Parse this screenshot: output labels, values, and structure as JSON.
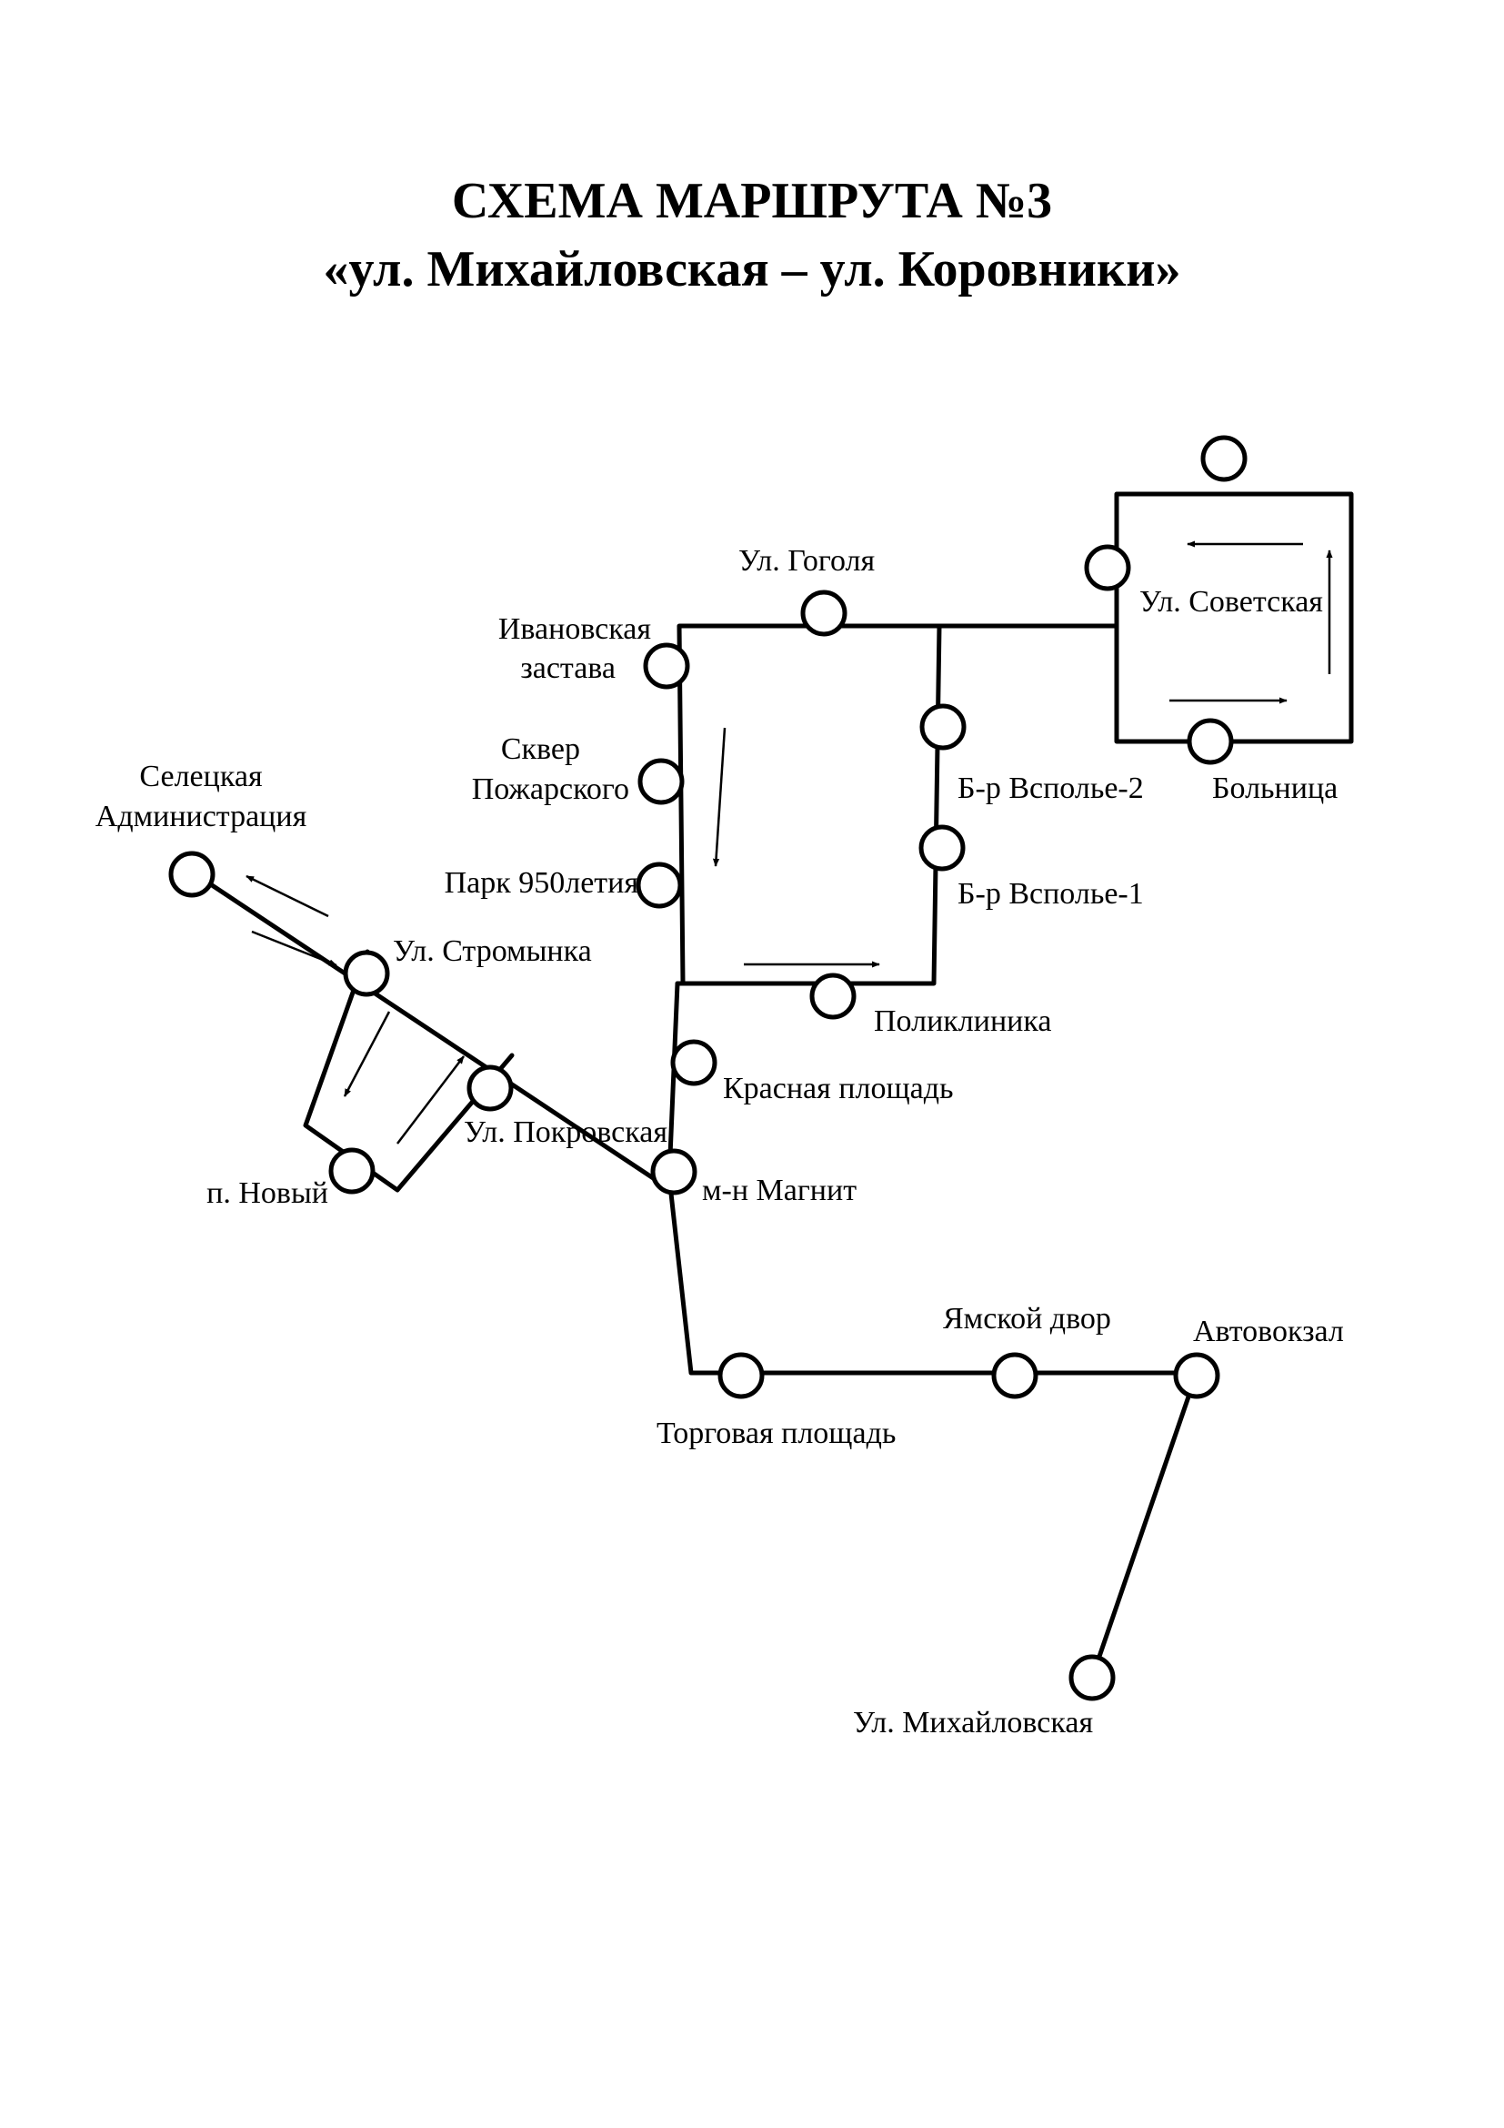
{
  "title": {
    "line1": "СХЕМА МАРШРУТА №3",
    "line2": "«ул. Михайловская – ул. Коровники»"
  },
  "stops": {
    "sovetskaya_top": "",
    "gogolya": "Ул. Гоголя",
    "sovetskaya": "Ул. Советская",
    "ivanovskaya_1": "Ивановская",
    "ivanovskaya_2": "застава",
    "skver_1": "Сквер",
    "skver_2": "Пожарского",
    "park950": "Парк 950летия",
    "vspolye2": "Б-р Всполье-2",
    "vspolye1": "Б-р Всполье-1",
    "bolnitsa": "Больница",
    "seletskaya_1": "Селецкая",
    "seletskaya_2": "Администрация",
    "stromynka": "Ул. Стромынка",
    "poliklinika": "Поликлиника",
    "krasnaya": "Красная площадь",
    "pokrovskaya": "Ул. Покровская",
    "novyi": "п. Новый",
    "magnit": "м-н Магнит",
    "yamskoi": "Ямской двор",
    "avtovokzal": "Автовокзал",
    "torgovaya": "Торговая площадь",
    "mikhailovskaya": "Ул. Михайловская"
  }
}
